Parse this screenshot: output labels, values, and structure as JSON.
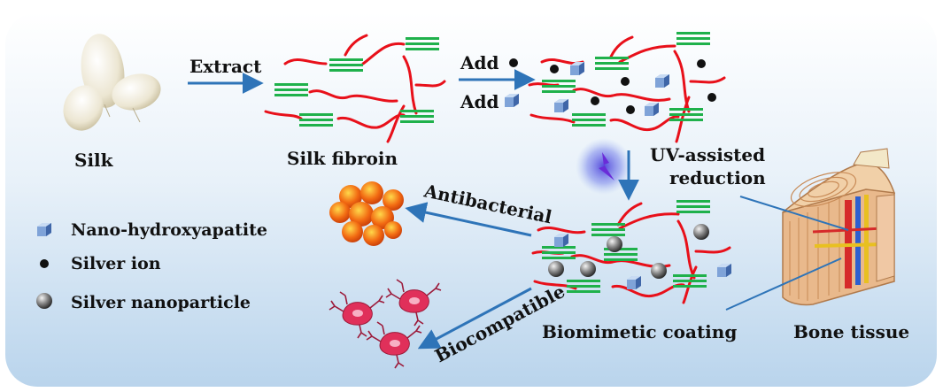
{
  "labels": {
    "silk": "Silk",
    "extract": "Extract",
    "silk_fibroin": "Silk fibroin",
    "add_ion": "Add",
    "add_nha": "Add",
    "uv_line1": "UV-assisted",
    "uv_line2": "reduction",
    "antibacterial": "Antibacterial",
    "biocompatible": "Biocompatible",
    "biomimetic_coating": "Biomimetic coating",
    "bone_tissue": "Bone tissue"
  },
  "legend": {
    "nano_hydroxyapatite": "Nano-hydroxyapatite",
    "silver_ion": "Silver ion",
    "silver_nanoparticle": "Silver nanoparticle"
  },
  "colors": {
    "chain": "#e8101a",
    "beta_sheet": "#1fb14b",
    "arrow": "#2e74b8",
    "background_gradient": [
      "#ffffff",
      "#b9d4ec"
    ],
    "bacteria": "#f05a10",
    "cells": "#e0305a",
    "bone": "#e9b98c"
  }
}
